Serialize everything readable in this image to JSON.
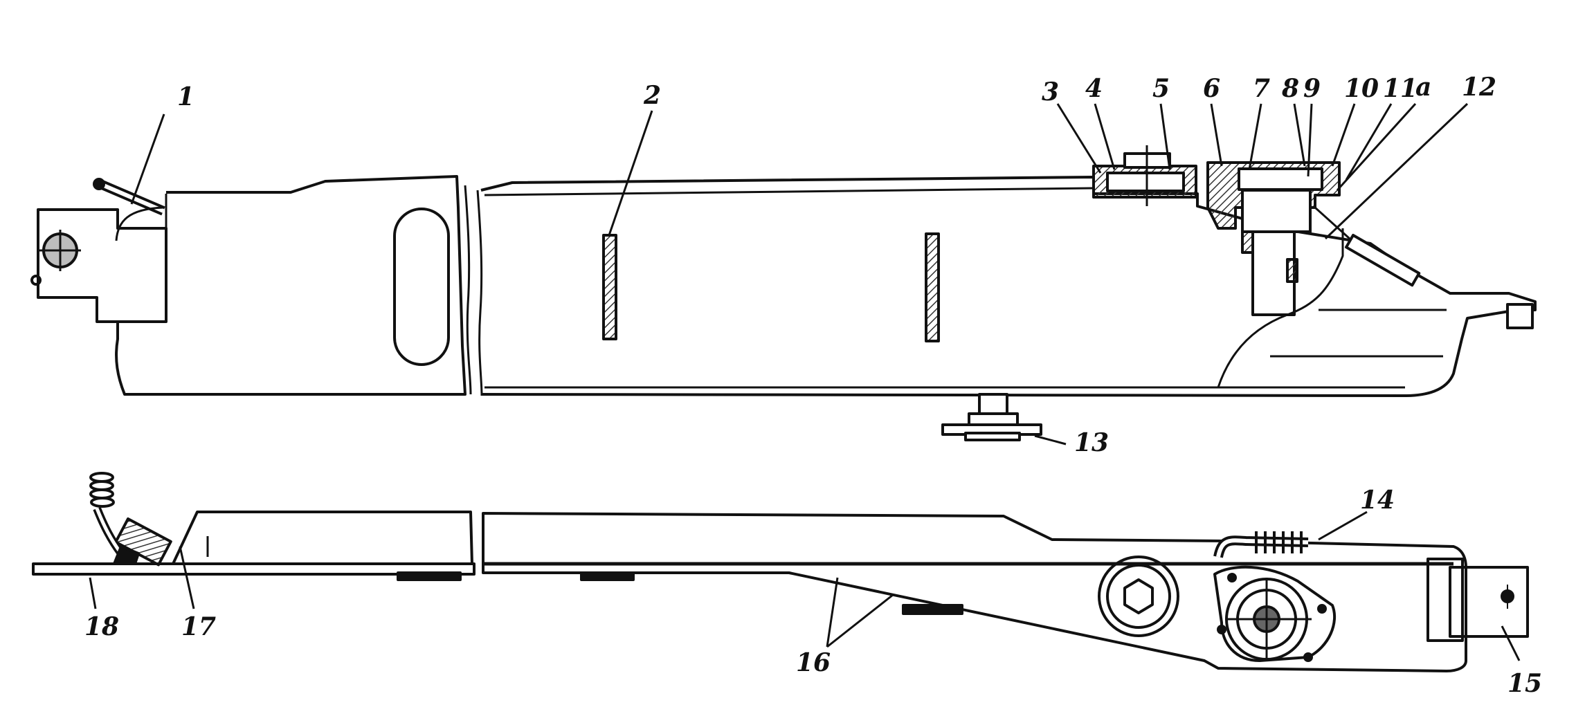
{
  "diagram": {
    "callouts": [
      {
        "id": "c1",
        "text": "1"
      },
      {
        "id": "c2",
        "text": "2"
      },
      {
        "id": "c3",
        "text": "3"
      },
      {
        "id": "c4",
        "text": "4"
      },
      {
        "id": "c5",
        "text": "5"
      },
      {
        "id": "c6",
        "text": "6"
      },
      {
        "id": "c7",
        "text": "7"
      },
      {
        "id": "c8",
        "text": "8"
      },
      {
        "id": "c9",
        "text": "9"
      },
      {
        "id": "c10",
        "text": "10"
      },
      {
        "id": "c11",
        "text": "11"
      },
      {
        "id": "ca",
        "text": "a"
      },
      {
        "id": "c12",
        "text": "12"
      },
      {
        "id": "c13",
        "text": "13"
      },
      {
        "id": "c14",
        "text": "14"
      },
      {
        "id": "c15",
        "text": "15"
      },
      {
        "id": "c16",
        "text": "16"
      },
      {
        "id": "c17",
        "text": "17"
      },
      {
        "id": "c18",
        "text": "18"
      }
    ],
    "colors": {
      "ink": "#111111",
      "paper": "#ffffff",
      "hatch": "#555555",
      "fill_gray": "#bdbdbd"
    }
  }
}
